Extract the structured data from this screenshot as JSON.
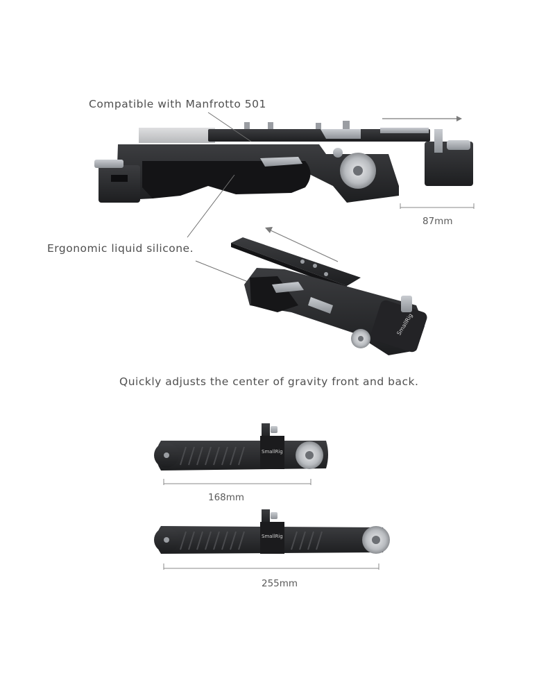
{
  "labels": {
    "manfrotto": "Compatible with Manfrotto 501",
    "silicone": "Ergonomic liquid silicone.",
    "gravity": "Quickly adjusts the center of gravity front and back."
  },
  "dimensions": {
    "plate_extension": "87mm",
    "arm_short": "168mm",
    "arm_long": "255mm"
  },
  "brand": {
    "logo_text": "SmallRig"
  },
  "colors": {
    "body": "#2b2b2d",
    "body_dark": "#1c1c1e",
    "silver": "#a9adb3",
    "text": "#4f4f4f",
    "line": "#8a8a8a"
  }
}
